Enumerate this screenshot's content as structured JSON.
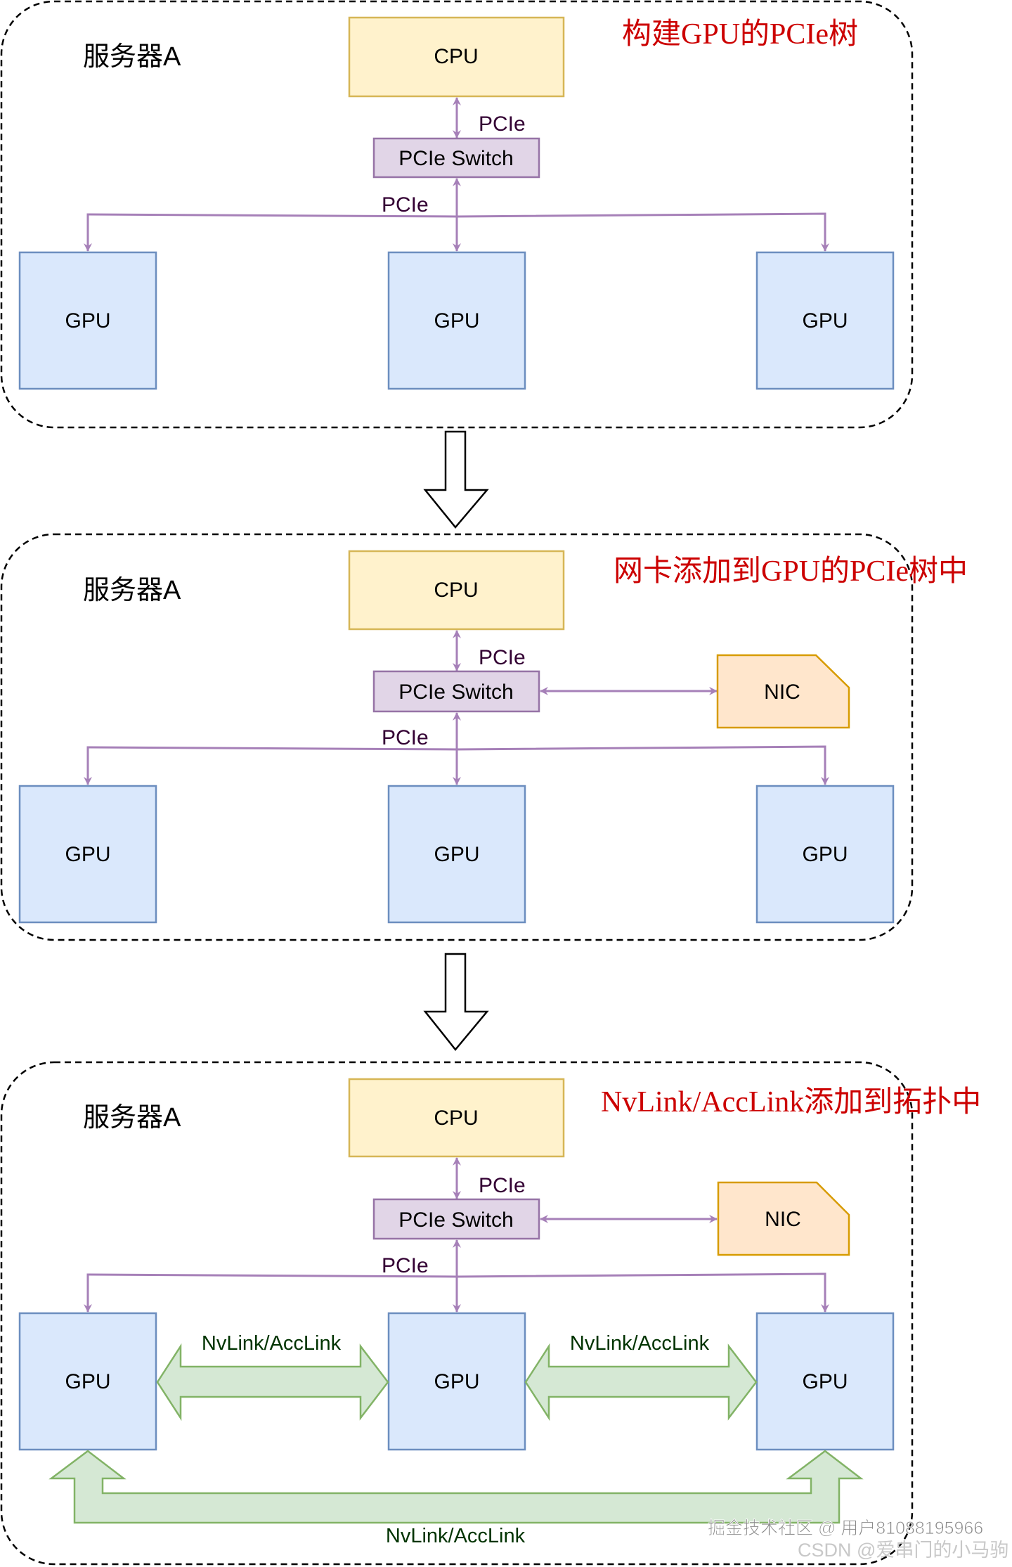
{
  "colors": {
    "cpu_fill": "#fff2cc",
    "cpu_stroke": "#d6b656",
    "switch_fill": "#e1d5e7",
    "switch_stroke": "#9673a6",
    "gpu_fill": "#dae8fc",
    "gpu_stroke": "#6c8ebf",
    "nic_fill": "#ffe6cc",
    "nic_stroke": "#d79b00",
    "link_fill": "#d5e8d4",
    "link_stroke": "#82b366",
    "pcie_arrow": "#a680b8",
    "pcie_text": "#330033",
    "nvlink_text": "#003300",
    "title_red": "#cc0000"
  },
  "sections": [
    {
      "server_label": "服务器A",
      "title": "构建GPU的PCIe树",
      "cpu_label": "CPU",
      "switch_label": "PCIe Switch",
      "cpu_link_label": "PCIe",
      "gpu_bus_label": "PCIe",
      "gpus": [
        "GPU",
        "GPU",
        "GPU"
      ]
    },
    {
      "server_label": "服务器A",
      "title": "网卡添加到GPU的PCIe树中",
      "cpu_label": "CPU",
      "switch_label": "PCIe Switch",
      "cpu_link_label": "PCIe",
      "gpu_bus_label": "PCIe",
      "nic_label": "NIC",
      "gpus": [
        "GPU",
        "GPU",
        "GPU"
      ]
    },
    {
      "server_label": "服务器A",
      "title": "NvLink/AccLink添加到拓扑中",
      "cpu_label": "CPU",
      "switch_label": "PCIe Switch",
      "cpu_link_label": "PCIe",
      "gpu_bus_label": "PCIe",
      "nic_label": "NIC",
      "gpus": [
        "GPU",
        "GPU",
        "GPU"
      ],
      "nvlinks": [
        "NvLink/AccLink",
        "NvLink/AccLink",
        "NvLink/AccLink"
      ]
    }
  ],
  "watermarks": {
    "juejin": "掘金技术社区 @ 用户81088195966",
    "csdn": "CSDN @爱串门的小马驹"
  }
}
